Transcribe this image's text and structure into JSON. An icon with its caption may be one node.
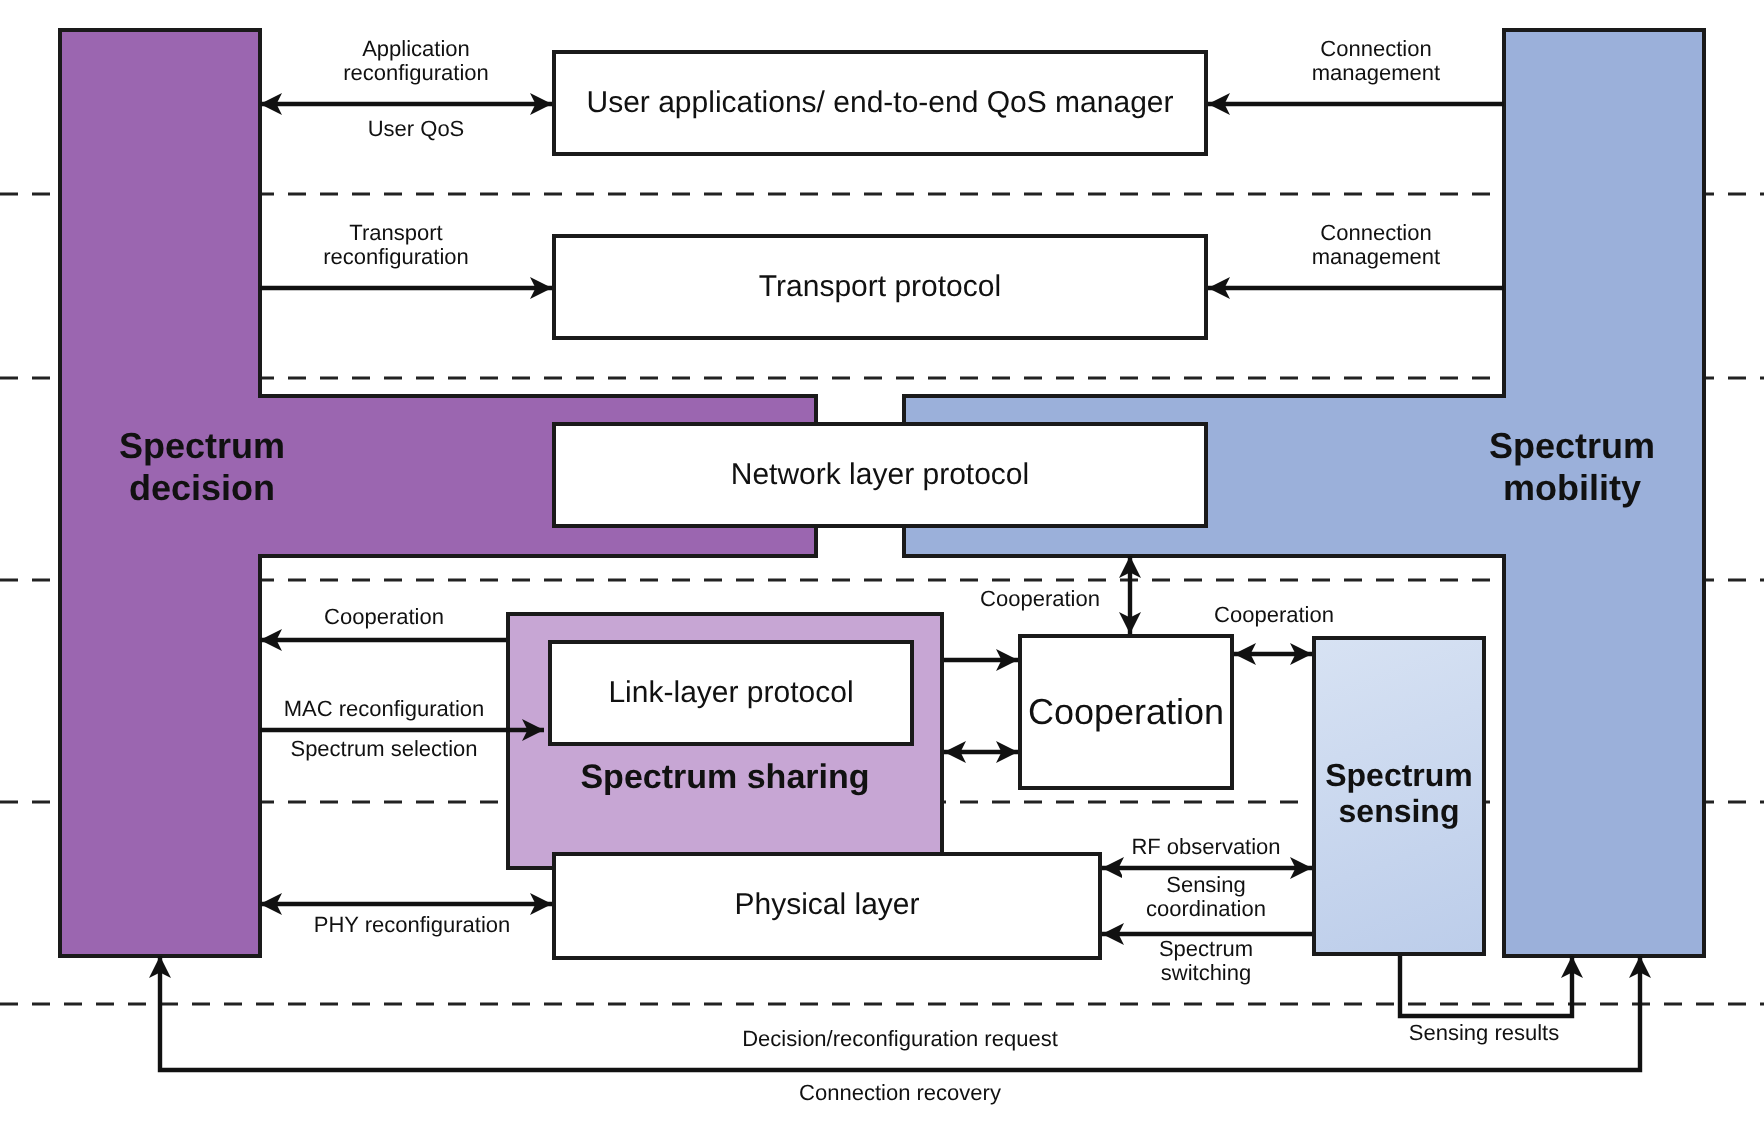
{
  "diagram": {
    "nodes": [
      {
        "text": [
          "Spectrum decision"
        ]
      },
      {
        "text": [
          "Spectrum mobility"
        ]
      },
      {
        "text": [
          "User applications/ end-to-end QoS manager"
        ]
      },
      {
        "text": [
          "Transport protocol"
        ]
      },
      {
        "text": [
          "Network layer protocol"
        ]
      },
      {
        "text": [
          "Spectrum sharing"
        ]
      },
      {
        "text": [
          "Link-layer protocol"
        ],
        "in": 5
      },
      {
        "text": [
          "Cooperation"
        ]
      },
      {
        "text": [
          "Spectrum sensing"
        ]
      },
      {
        "text": [
          "Physical layer"
        ]
      }
    ],
    "edges": [
      {
        "from": 0,
        "to": 2,
        "arrow": "both",
        "label": "Application reconfiguration"
      },
      {
        "from": 1,
        "to": 2,
        "arrow": "to",
        "label": "Connection management"
      },
      {
        "from": 0,
        "to": 3,
        "arrow": "to",
        "label": "Transport reconfiguration"
      },
      {
        "from": 1,
        "to": 3,
        "arrow": "to",
        "label": "Connection management"
      },
      {
        "from": 5,
        "to": 0,
        "arrow": "to",
        "label": "Cooperation"
      },
      {
        "from": 0,
        "to": 6,
        "arrow": "to",
        "label": "MAC reconfiguration"
      },
      {
        "from": 0,
        "to": 9,
        "arrow": "both",
        "label": "PHY reconfiguration"
      },
      {
        "from": 1,
        "to": 7,
        "arrow": "both",
        "label": "Cooperation"
      },
      {
        "from": 5,
        "to": 7,
        "arrow": "to"
      },
      {
        "from": 5,
        "to": 7,
        "arrow": "both"
      },
      {
        "from": 7,
        "to": 8,
        "arrow": "both",
        "label": "Cooperation"
      },
      {
        "from": 9,
        "to": 8,
        "arrow": "both",
        "label": "RF observation"
      },
      {
        "from": 8,
        "to": 9,
        "arrow": "to",
        "label": "Spectrum switching"
      },
      {
        "from": 8,
        "to": 1,
        "arrow": "to",
        "label": "Sensing results"
      },
      {
        "from": 1,
        "to": 0,
        "arrow": "both",
        "label": "Decision/reconfiguration request"
      }
    ],
    "labels": [
      "User QoS",
      "Spectrum selection",
      "Sensing coordination",
      "Connection recovery"
    ]
  }
}
